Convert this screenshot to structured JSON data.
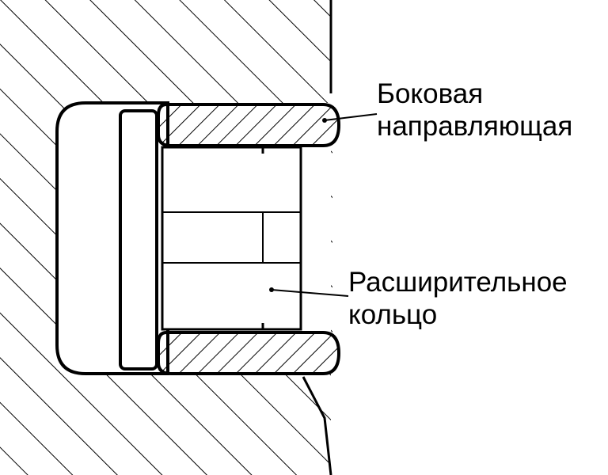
{
  "labels": {
    "side_guide": {
      "line1": "Боковая",
      "line2": "направляющая"
    },
    "expander_ring": {
      "line1": "Расширительное",
      "line2": "кольцо"
    }
  },
  "colors": {
    "ink": "#000000",
    "background": "#ffffff"
  }
}
